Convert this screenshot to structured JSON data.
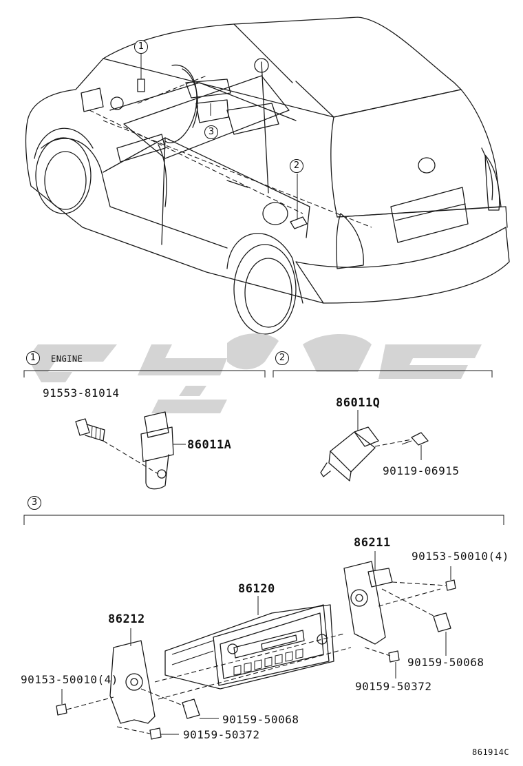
{
  "callouts": {
    "c1": "1",
    "c2": "2",
    "c3": "3"
  },
  "section1": {
    "number": "1",
    "title": "ENGINE",
    "bolt": "91553-81014",
    "part": "86011A"
  },
  "section2": {
    "number": "2",
    "part": "86011Q",
    "bolt": "90119-06915"
  },
  "section3": {
    "number": "3",
    "radio": "86120",
    "bracket_right": "86211",
    "bracket_left": "86212",
    "screw_right_top": "90153-50010(4)",
    "screw_right_mid": "90159-50068",
    "screw_right_bot": "90159-50372",
    "screw_left_top": "90153-50010(4)",
    "screw_left_mid": "90159-50068",
    "screw_left_bot": "90159-50372"
  },
  "figure_code": "861914C",
  "colors": {
    "line": "#1a1a1a",
    "watermark": "#d4d4d4"
  }
}
